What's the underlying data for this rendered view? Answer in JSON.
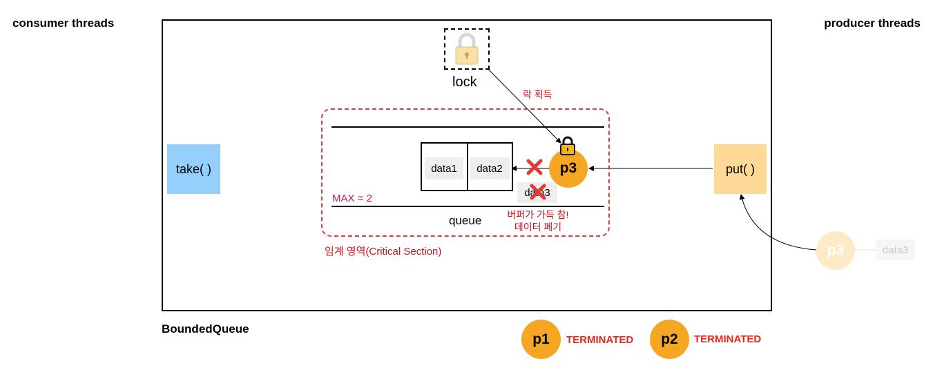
{
  "headings": {
    "consumer": "consumer threads",
    "producer": "producer threads",
    "bounded_queue": "BoundedQueue"
  },
  "lock": {
    "label": "lock",
    "acquire_label": "락 획득"
  },
  "critical_section": {
    "label": "임계 영역(Critical Section)",
    "max_label": "MAX = 2"
  },
  "queue": {
    "label": "queue",
    "items": [
      "data1",
      "data2"
    ]
  },
  "rejected": {
    "data": "data3",
    "message_line1": "버퍼가 가득 참!",
    "message_line2": "데이터 폐기"
  },
  "methods": {
    "take": "take( )",
    "put": "put( )"
  },
  "threads": {
    "active": "p3",
    "incoming": {
      "name": "p3",
      "data": "data3"
    },
    "terminated": [
      {
        "name": "p1",
        "status": "TERMINATED"
      },
      {
        "name": "p2",
        "status": "TERMINATED"
      }
    ]
  },
  "colors": {
    "thread": "#f5a623",
    "take_bg": "#94d0fb",
    "put_bg": "#fdd896",
    "danger": "#e53935",
    "max_label": "#c2185b"
  }
}
